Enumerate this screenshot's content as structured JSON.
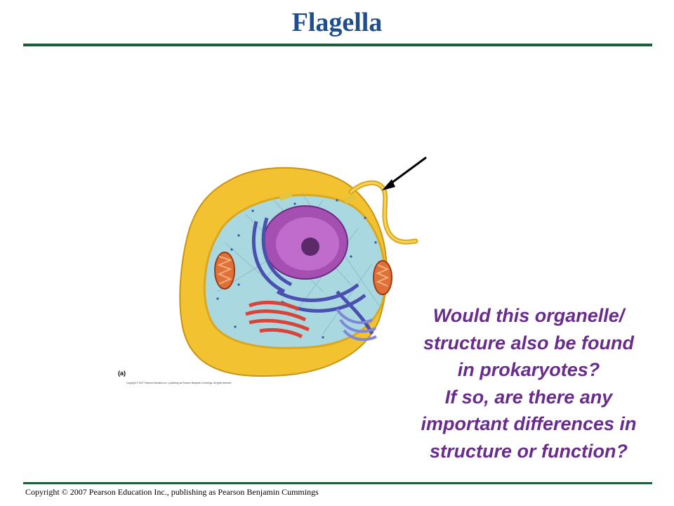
{
  "slide": {
    "title": "Flagella"
  },
  "figure": {
    "panel_label": "(a)",
    "fine_print": "Copyright © 2007 Pearson Education Inc., publishing as Pearson Benjamin Cummings. All rights reserved.",
    "colors": {
      "membrane": "#f2c230",
      "cytoplasm": "#a9d8e0",
      "nucleus": "#a54fb3",
      "er": "#4a4fb0",
      "mitochondria": "#e0703a",
      "arrow": "#000000"
    }
  },
  "question": {
    "lines": [
      "Would this organelle/",
      "structure also be found",
      "in prokaryotes?",
      "If so, are there any",
      "important differences in",
      "structure or function?"
    ]
  },
  "footer": {
    "copyright": "Copyright © 2007 Pearson Education Inc., publishing as Pearson Benjamin Cummings"
  }
}
